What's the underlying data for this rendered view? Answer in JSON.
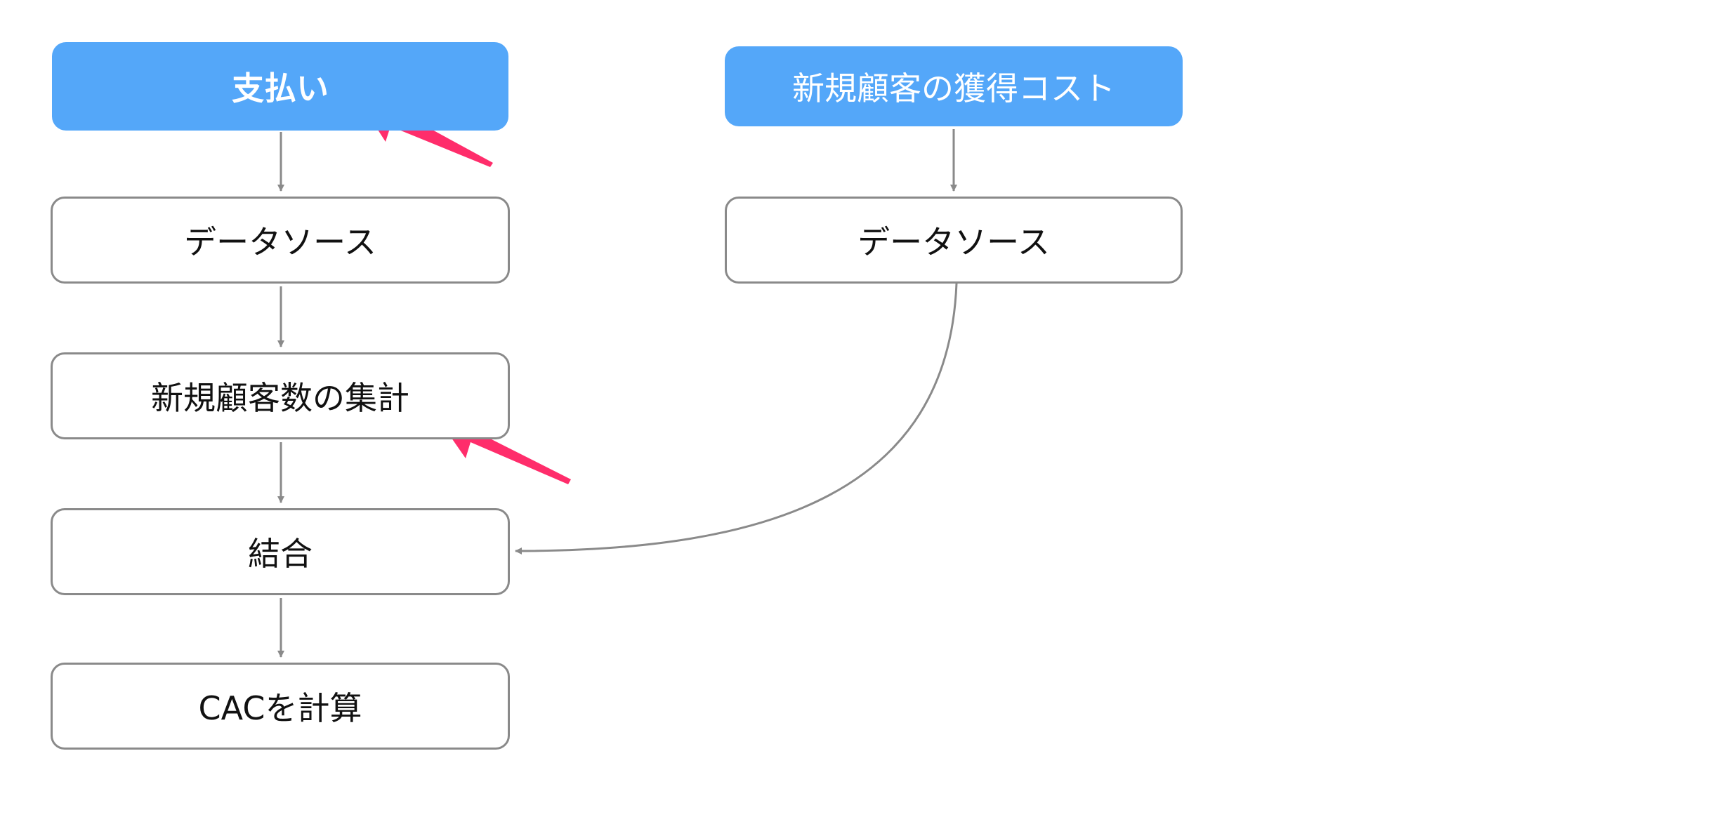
{
  "colors": {
    "header_fill": "#54a7f9",
    "node_border": "#8a8a8a",
    "edge": "#8a8a8a",
    "annotation_arrow": "#ff2d6b"
  },
  "nodes": {
    "payment": "支払い",
    "acquisition_cost": "新規顧客の獲得コスト",
    "data_source_left": "データソース",
    "data_source_right": "データソース",
    "new_customer_count": "新規顧客数の集計",
    "join": "結合",
    "calc_cac": "CACを計算"
  },
  "edges": [
    {
      "from": "payment",
      "to": "data_source_left"
    },
    {
      "from": "data_source_left",
      "to": "new_customer_count"
    },
    {
      "from": "new_customer_count",
      "to": "join"
    },
    {
      "from": "join",
      "to": "calc_cac"
    },
    {
      "from": "acquisition_cost",
      "to": "data_source_right"
    },
    {
      "from": "data_source_right",
      "to": "join"
    }
  ],
  "annotations": [
    {
      "type": "highlight-arrow",
      "target": "payment"
    },
    {
      "type": "highlight-arrow",
      "target": "new_customer_count"
    }
  ]
}
